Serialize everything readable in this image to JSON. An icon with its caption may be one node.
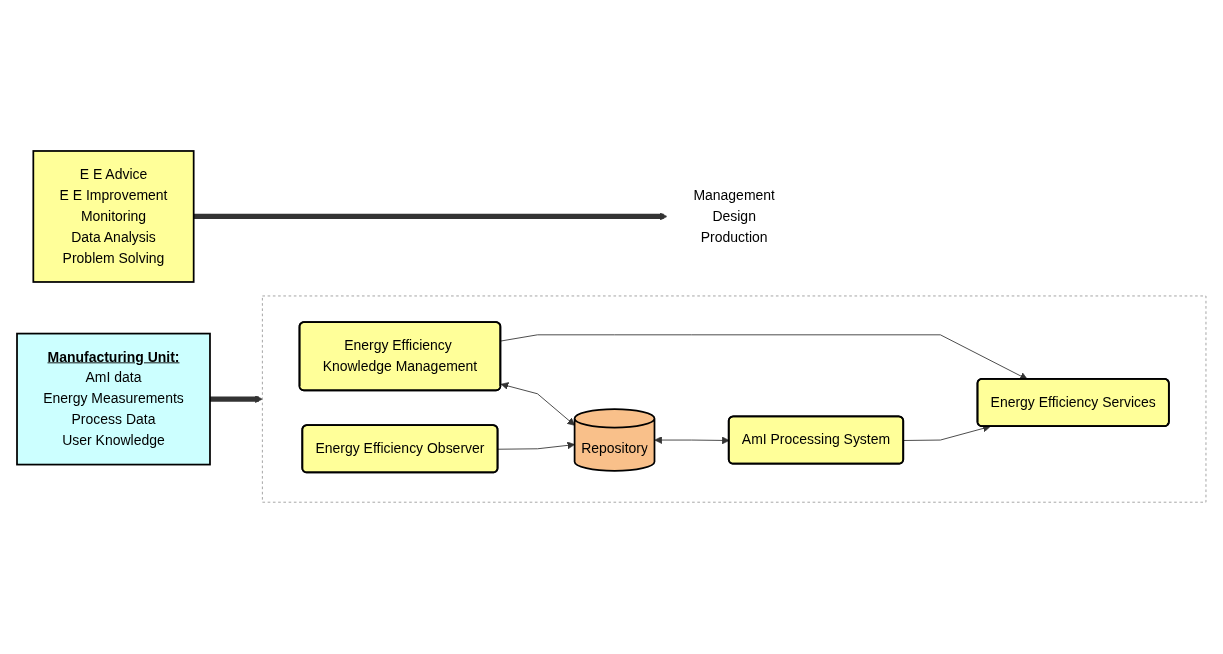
{
  "diagram": {
    "nodes": [
      {
        "text": [
          "Management",
          "Design",
          "Production"
        ]
      },
      {
        "text": [
          "E E Advice",
          "E E Improvement",
          "Monitoring",
          "Data Analysis",
          "Problem Solving"
        ]
      },
      {
        "text": [],
        "shape": "box"
      },
      {
        "text": [
          "Energy Efficiency Knowledge Management"
        ],
        "in": 2
      },
      {
        "text": [
          "Energy Efficiency Services"
        ],
        "in": 2
      },
      {
        "text": [
          "Repository"
        ],
        "in": 2
      },
      {
        "text": [
          "Energy Efficiency Observer"
        ],
        "in": 2
      },
      {
        "text": [
          "AmI Processing System"
        ],
        "in": 2
      },
      {
        "text": [
          "Manufacturing Unit:",
          "AmI data",
          "Energy Measurements",
          "Process Data",
          "User Knowledge"
        ]
      }
    ],
    "edges": [
      {
        "from": 1,
        "to": 0,
        "arrow": "to",
        "style": "thick"
      },
      {
        "from": 3,
        "to": 4,
        "arrow": "to"
      },
      {
        "from": 3,
        "to": 5,
        "arrow": "both"
      },
      {
        "from": 6,
        "to": 5,
        "arrow": "to"
      },
      {
        "from": 5,
        "to": 7,
        "arrow": "both"
      },
      {
        "from": 7,
        "to": 4,
        "arrow": "to"
      },
      {
        "from": 8,
        "to": 2,
        "arrow": "to",
        "style": "thick"
      }
    ]
  }
}
